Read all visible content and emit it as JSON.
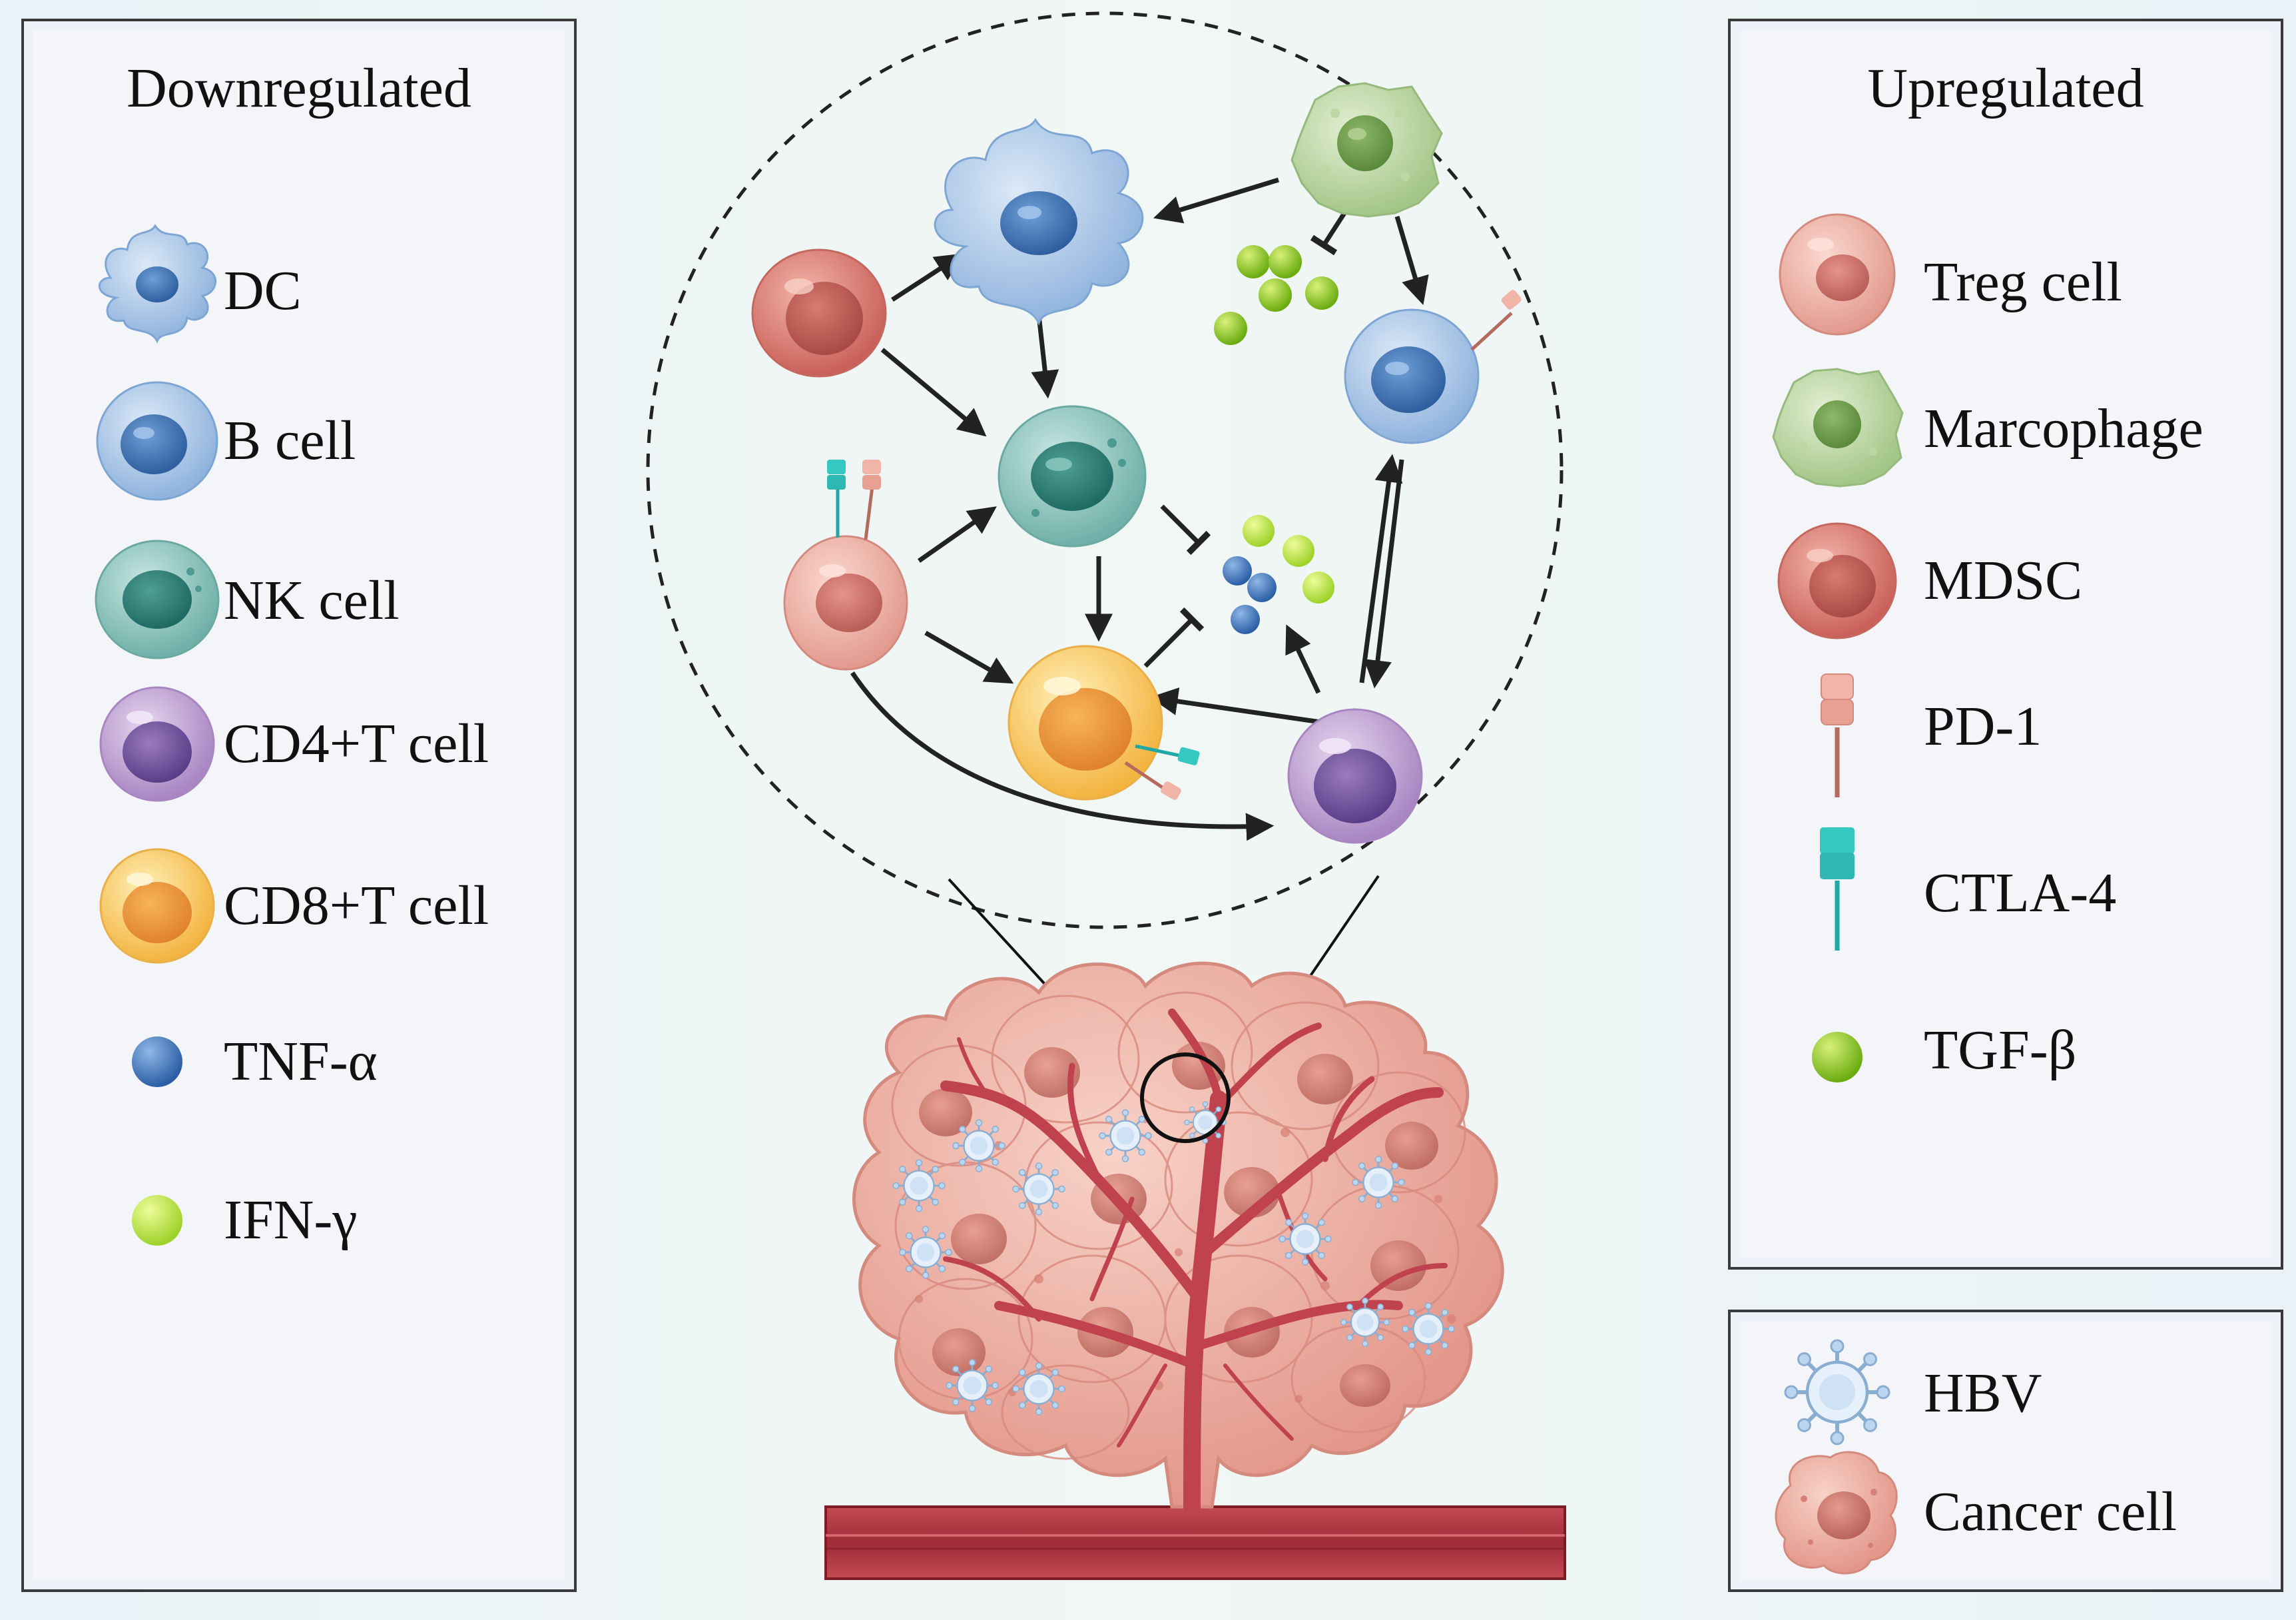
{
  "left_panel": {
    "title": "Downregulated",
    "items": [
      {
        "label": "DC",
        "icon": "dc-icon"
      },
      {
        "label": "B cell",
        "icon": "b-cell-icon"
      },
      {
        "label": "NK cell",
        "icon": "nk-cell-icon"
      },
      {
        "label": "CD4+T cell",
        "icon": "cd4-t-cell-icon"
      },
      {
        "label": "CD8+T cell",
        "icon": "cd8-t-cell-icon"
      },
      {
        "label": "TNF-α",
        "icon": "tnf-alpha-icon"
      },
      {
        "label": "IFN-γ",
        "icon": "ifn-gamma-icon"
      }
    ]
  },
  "right_panel": {
    "title": "Upregulated",
    "items": [
      {
        "label": "Treg cell",
        "icon": "treg-cell-icon"
      },
      {
        "label": "Marcophage",
        "icon": "macrophage-icon"
      },
      {
        "label": "MDSC",
        "icon": "mdsc-icon"
      },
      {
        "label": "PD-1",
        "icon": "pd-1-icon"
      },
      {
        "label": "CTLA-4",
        "icon": "ctla-4-icon"
      },
      {
        "label": "TGF-β",
        "icon": "tgf-beta-icon"
      }
    ]
  },
  "bottom_legend": {
    "items": [
      {
        "label": "HBV",
        "icon": "hbv-icon"
      },
      {
        "label": "Cancer cell",
        "icon": "cancer-cell-icon"
      }
    ]
  },
  "colors": {
    "dc": "#b9d4ee",
    "b_cell": "#a9c8ea",
    "nk_cell": "#8cc3bd",
    "cd4": "#c7a5d6",
    "cd8": "#f6c35a",
    "tnf": "#3f75b9",
    "ifn": "#a9d83c",
    "treg": "#e9a79d",
    "macrophage": "#a9c98e",
    "mdsc": "#d97a70",
    "pd1": "#e8a79a",
    "ctla4": "#2fc2bd",
    "tgf": "#7fbf23",
    "vessel": "#b9404a",
    "tumor": "#eeb3a7"
  }
}
